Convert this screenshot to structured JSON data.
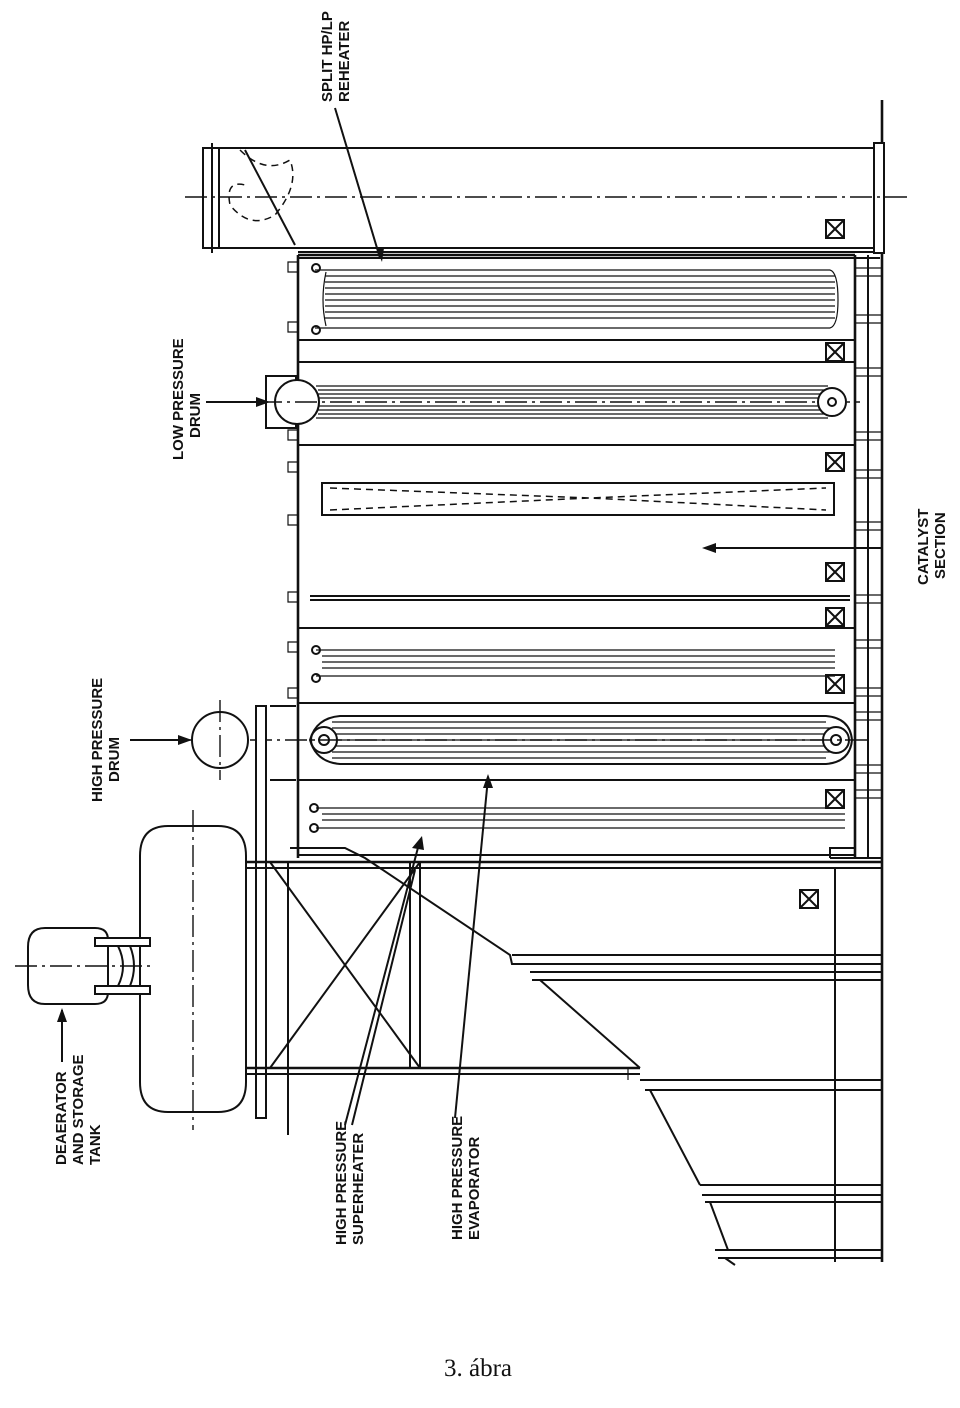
{
  "labels": {
    "deaerator": [
      "DEAERATOR",
      "AND STORAGE",
      "TANK"
    ],
    "hp_drum": [
      "HIGH PRESSURE",
      "DRUM"
    ],
    "lp_drum": [
      "LOW PRESSURE",
      "DRUM"
    ],
    "reheater": [
      "SPLIT HP/LP",
      "REHEATER"
    ],
    "catalyst": [
      "CATALYST",
      "SECTION"
    ],
    "hp_superheater": [
      "HIGH PRESSURE",
      "SUPERHEATER"
    ],
    "hp_evaporator": [
      "HIGH PRESSURE",
      "EVAPORATOR"
    ]
  },
  "caption": "3. ábra"
}
